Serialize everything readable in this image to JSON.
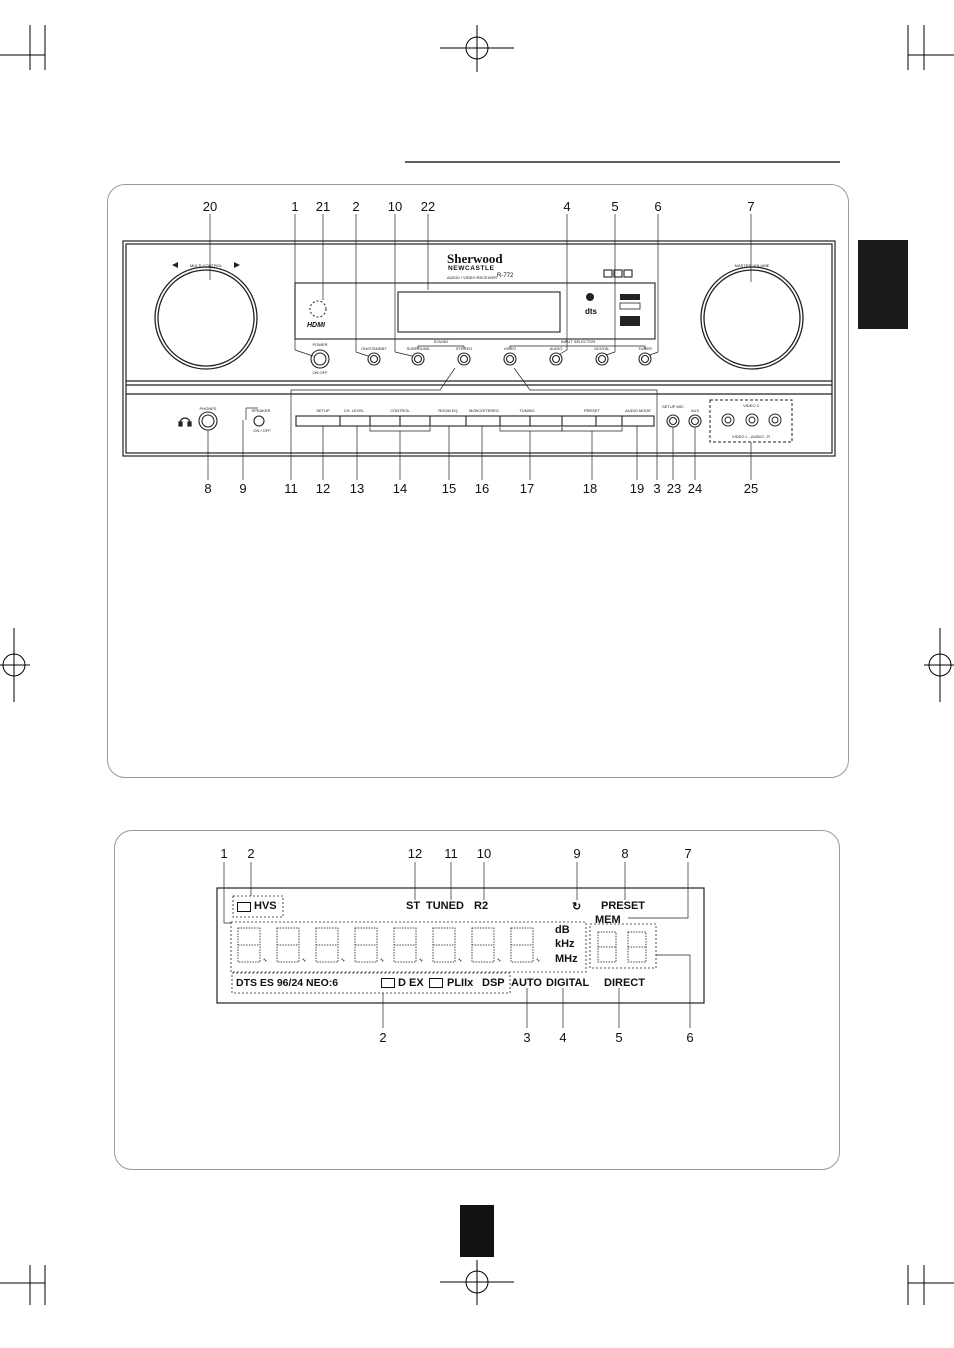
{
  "receiver": {
    "brand": "Sherwood",
    "model_line": "NEWCASTLE",
    "model_subtitle": "AUDIO / VIDEO RECEIVER",
    "model_number": "R-772",
    "logo_hdmi": "HDMI",
    "logo_dts": "dts",
    "labels": {
      "multi_control": "MULTI CONTROL",
      "master_volume": "MASTER VOLUME",
      "power": "POWER",
      "power_sub": "ON  OFF",
      "on_standby": "ON/STANDBY",
      "sound": "SOUND",
      "surround": "SURROUND",
      "stereo": "STEREO",
      "input_selector": "INPUT SELECTOR",
      "video": "VIDEO",
      "audio": "AUDIO",
      "digital": "DIGITAL",
      "tuner": "TUNER",
      "phones": "PHONES",
      "speaker": "SPEAKER",
      "speaker_sub": "ON / OFF",
      "setup": "SETUP",
      "ch_level": "CH. LEVEL",
      "control": "CONTROL",
      "room_eq": "ROOM EQ",
      "mono_stereo": "MONO/STEREO",
      "tuning": "TUNING",
      "preset": "PRESET",
      "audio_mode": "AUDIO MODE",
      "setup_mic": "SETUP MIC",
      "aux": "AUX",
      "video3": "VIDEO 3",
      "video3_sub": "VIDEO  L - AUDIO - R"
    },
    "callouts_top": [
      "20",
      "1",
      "21",
      "2",
      "10",
      "22",
      "4",
      "5",
      "6",
      "7"
    ],
    "callouts_bottom": [
      "8",
      "9",
      "11",
      "12",
      "13",
      "14",
      "15",
      "16",
      "17",
      "18",
      "19",
      "3",
      "23",
      "24",
      "25"
    ]
  },
  "display": {
    "indicators": {
      "dolby_hvs": "HVS",
      "st": "ST",
      "tuned": "TUNED",
      "r2": "R2",
      "sleep": "↻",
      "preset": "PRESET",
      "mem": "MEM",
      "db": "dB",
      "khz": "kHz",
      "mhz": "MHz",
      "dts_row": "DTS ES 96/24 NEO:6",
      "dolby_d_ex": "D EX",
      "pliix": "PLIIx",
      "dsp": "DSP",
      "auto": "AUTO",
      "digital": "DIGITAL",
      "direct": "DIRECT"
    },
    "callouts_top": [
      "1",
      "2",
      "12",
      "11",
      "10",
      "9",
      "8",
      "7"
    ],
    "callouts_bottom": [
      "2",
      "3",
      "4",
      "5",
      "6"
    ]
  }
}
